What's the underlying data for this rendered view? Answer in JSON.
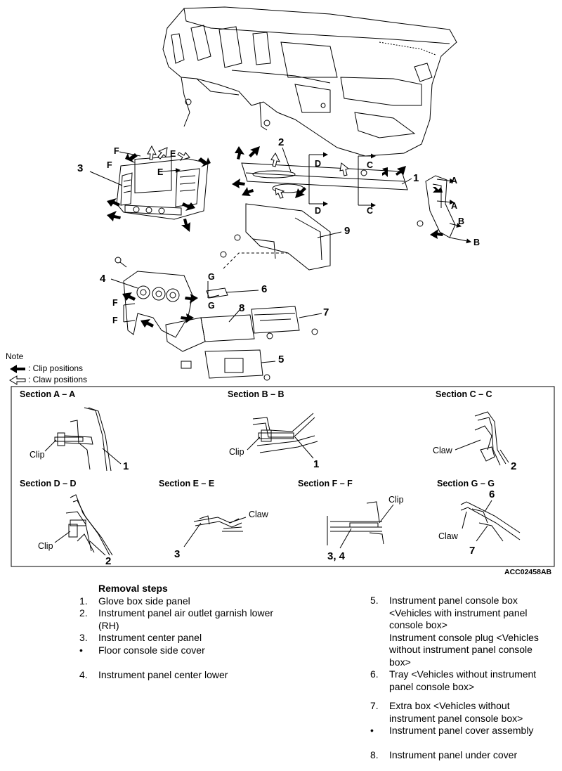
{
  "diagram": {
    "callouts": [
      "1",
      "2",
      "3",
      "4",
      "5",
      "6",
      "7",
      "8",
      "9"
    ],
    "section_markers": {
      "A": "A",
      "B": "B",
      "C": "C",
      "D": "D",
      "E": "E",
      "F": "F",
      "G": "G"
    }
  },
  "legend": {
    "title": "Note",
    "clip": ": Clip positions",
    "claw": ": Claw positions"
  },
  "sections": [
    {
      "title": "Section A – A",
      "labels": [
        "Clip"
      ],
      "part": "1"
    },
    {
      "title": "Section B – B",
      "labels": [
        "Clip"
      ],
      "part": "1"
    },
    {
      "title": "Section C – C",
      "labels": [
        "Claw"
      ],
      "part": "2"
    },
    {
      "title": "Section D – D",
      "labels": [
        "Clip"
      ],
      "part": "2"
    },
    {
      "title": "Section E – E",
      "labels": [
        "Claw"
      ],
      "part": "3"
    },
    {
      "title": "Section F – F",
      "labels": [
        "Clip"
      ],
      "part": "3, 4"
    },
    {
      "title": "Section G – G",
      "labels": [
        "Claw"
      ],
      "parts": [
        "6",
        "7"
      ]
    }
  ],
  "doc_id": "ACC02458AB",
  "removal": {
    "title": "Removal steps",
    "left": [
      {
        "num": "1.",
        "text": "Glove box side panel"
      },
      {
        "num": "2.",
        "text": "Instrument panel air outlet garnish lower (RH)"
      },
      {
        "num": "3.",
        "text": "Instrument center panel"
      },
      {
        "num": "•",
        "text": "Floor console side cover"
      },
      {
        "num": "4.",
        "text": "Instrument panel center lower"
      }
    ],
    "right": [
      {
        "num": "5.",
        "text": "Instrument panel console box <Vehicles with instrument panel console box>"
      },
      {
        "num": "",
        "text": "Instrument console plug <Vehicles without instrument panel console box>"
      },
      {
        "num": "6.",
        "text": "Tray <Vehicles without instrument panel console box>"
      },
      {
        "num": "7.",
        "text": "Extra box <Vehicles without instrument panel console box>"
      },
      {
        "num": "•",
        "text": "Instrument panel cover assembly"
      },
      {
        "num": "8.",
        "text": "Instrument panel under cover"
      }
    ]
  }
}
